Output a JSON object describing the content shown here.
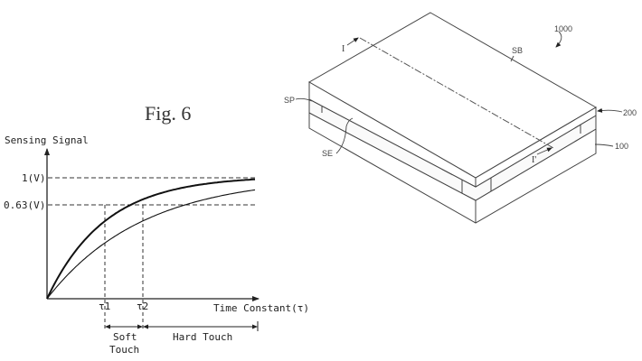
{
  "figure_title": "Fig. 6",
  "graph": {
    "y_label": "Sensing Signal",
    "x_label": "Time Constant(τ)",
    "y_ticks": [
      "1(V)",
      "0.63(V)"
    ],
    "y_values": [
      1,
      0.63
    ],
    "x_ticks": [
      "τ1",
      "τ2"
    ],
    "tau_ratio": [
      1,
      1.65
    ],
    "regions": {
      "soft_line1": "Soft",
      "soft_line2": "Touch",
      "hard": "Hard Touch"
    }
  },
  "device": {
    "labels": {
      "assembly": "1000",
      "section_start": "I",
      "section_end": "I'",
      "top_substrate": "SB",
      "spacer": "SP",
      "sensing_electrode": "SE",
      "upper_panel": "200",
      "lower_panel": "100"
    }
  }
}
